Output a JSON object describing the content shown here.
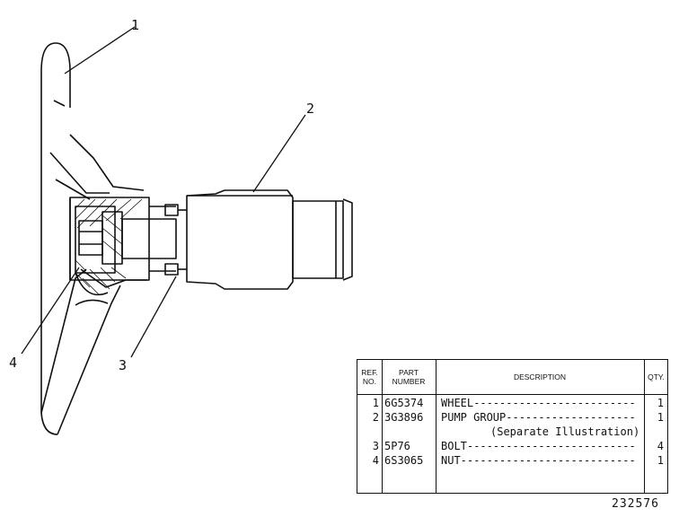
{
  "callouts": [
    "1",
    "2",
    "3",
    "4"
  ],
  "table": {
    "headers": {
      "ref": "REF.\nNO.",
      "part": "PART\nNUMBER",
      "description": "DESCRIPTION",
      "qty": "QTY."
    },
    "rows": [
      {
        "ref": "1",
        "part": "6G5374",
        "description": "WHEEL--------------------------------------",
        "qty": "1"
      },
      {
        "ref": "2",
        "part": "3G3896",
        "description": "PUMP GROUP-------------------------------",
        "qty": "1"
      },
      {
        "ref": "",
        "part": "",
        "description": "(Separate Illustration)",
        "qty": "",
        "sub": true
      },
      {
        "ref": "3",
        "part": "5P76",
        "description": "BOLT-----------------------------------------",
        "qty": "4"
      },
      {
        "ref": "4",
        "part": "6S3065",
        "description": "NUT------------------------------------------",
        "qty": "1"
      }
    ]
  },
  "figure_number": "232576"
}
